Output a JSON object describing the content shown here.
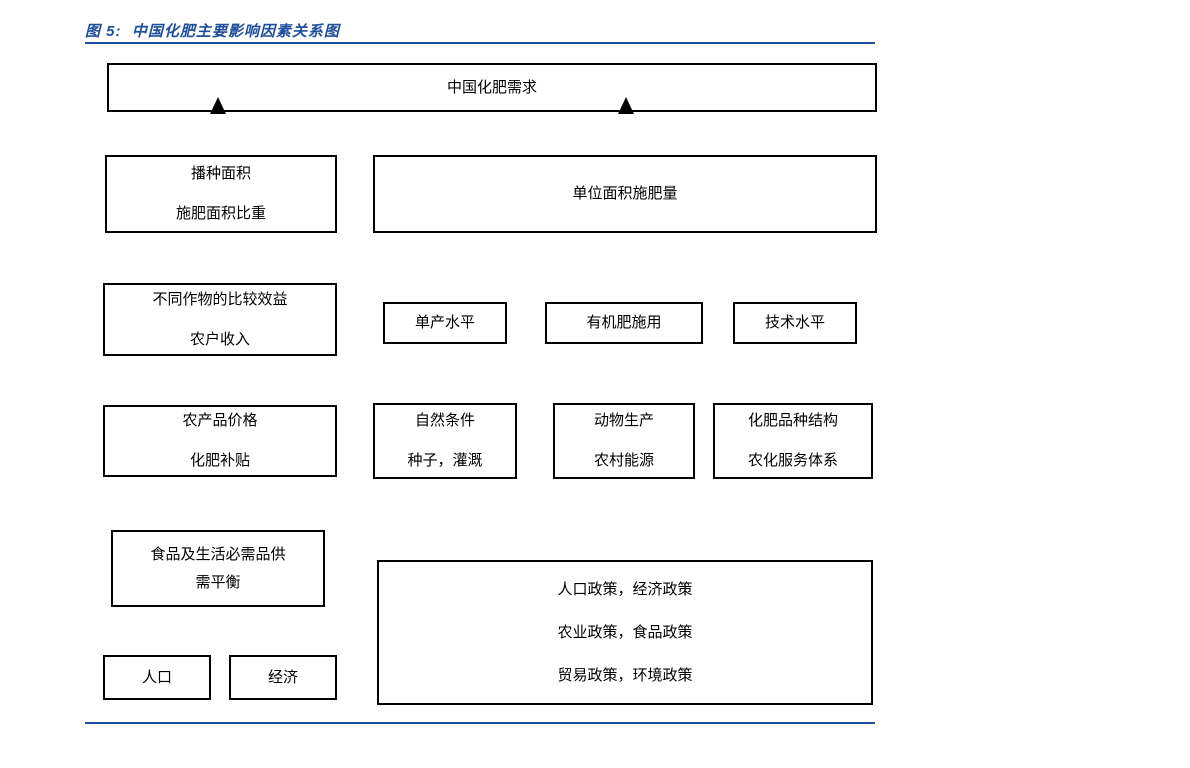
{
  "colors": {
    "accent": "#1F4E9C"
  },
  "figure": {
    "title": "图 5:  中国化肥主要影响因素关系图"
  },
  "nodes": {
    "demand": {
      "lines": [
        "中国化肥需求"
      ]
    },
    "sown_area": {
      "lines": [
        "播种面积",
        "施肥面积比重"
      ]
    },
    "unit_application": {
      "lines": [
        "单位面积施肥量"
      ]
    },
    "crop_comparative_benefit": {
      "lines": [
        "不同作物的比较效益",
        "农户收入"
      ]
    },
    "yield_level": {
      "lines": [
        "单产水平"
      ]
    },
    "organic_fertilizer_use": {
      "lines": [
        "有机肥施用"
      ]
    },
    "technology_level": {
      "lines": [
        "技术水平"
      ]
    },
    "agri_product_price": {
      "lines": [
        "农产品价格",
        "化肥补贴"
      ]
    },
    "natural_conditions": {
      "lines": [
        "自然条件",
        "种子，灌溉"
      ]
    },
    "animal_production": {
      "lines": [
        "动物生产",
        "农村能源"
      ]
    },
    "fertilizer_variety_structure": {
      "lines": [
        "化肥品种结构",
        "农化服务体系"
      ]
    },
    "food_necessities_balance": {
      "lines": [
        "食品及生活必需品供",
        "需平衡"
      ]
    },
    "policies": {
      "lines": [
        "人口政策，经济政策",
        "农业政策，食品政策",
        "贸易政策，环境政策"
      ]
    },
    "population": {
      "lines": [
        "人口"
      ]
    },
    "economy": {
      "lines": [
        "经济"
      ]
    }
  }
}
